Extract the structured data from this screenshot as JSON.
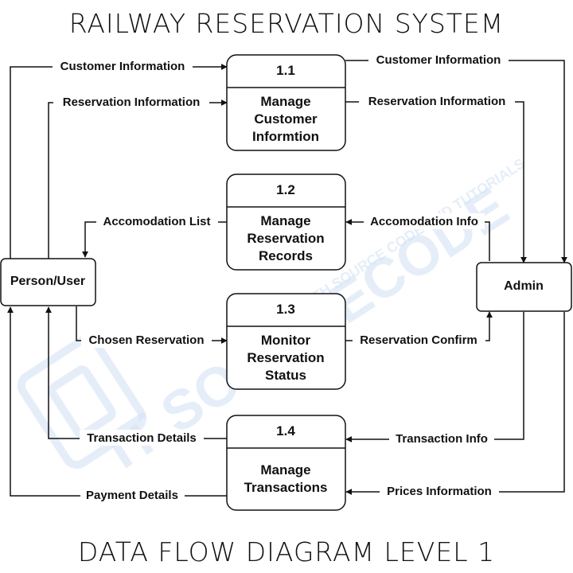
{
  "title": "RAILWAY RESERVATION SYSTEM",
  "footer": "DATA FLOW DIAGRAM LEVEL 1",
  "watermark": {
    "brand": "IT SOURCECODE",
    "tagline": "WITH SOURCE CODE AND TUTORIALS",
    "color": "#d4e4f5"
  },
  "entities": {
    "user": "Person/User",
    "admin": "Admin"
  },
  "processes": [
    {
      "id": "1.1",
      "name_lines": [
        "Manage",
        "Customer",
        "Informtion"
      ]
    },
    {
      "id": "1.2",
      "name_lines": [
        "Manage",
        "Reservation",
        "Records"
      ]
    },
    {
      "id": "1.3",
      "name_lines": [
        "Monitor",
        "Reservation",
        "Status"
      ]
    },
    {
      "id": "1.4",
      "name_lines": [
        "Manage",
        "Transactions"
      ]
    }
  ],
  "flows": {
    "user_customer_info": "Customer Information",
    "user_reservation_info": "Reservation Information",
    "p11_customer_info": "Customer Information",
    "p11_reservation_info": "Reservation Information",
    "accomodation_list": "Accomodation List",
    "accomodation_info": "Accomodation Info",
    "chosen_reservation": "Chosen Reservation",
    "reservation_confirm": "Reservation Confirm",
    "transaction_details": "Transaction Details",
    "transaction_info": "Transaction Info",
    "payment_details": "Payment Details",
    "prices_information": "Prices Information"
  }
}
